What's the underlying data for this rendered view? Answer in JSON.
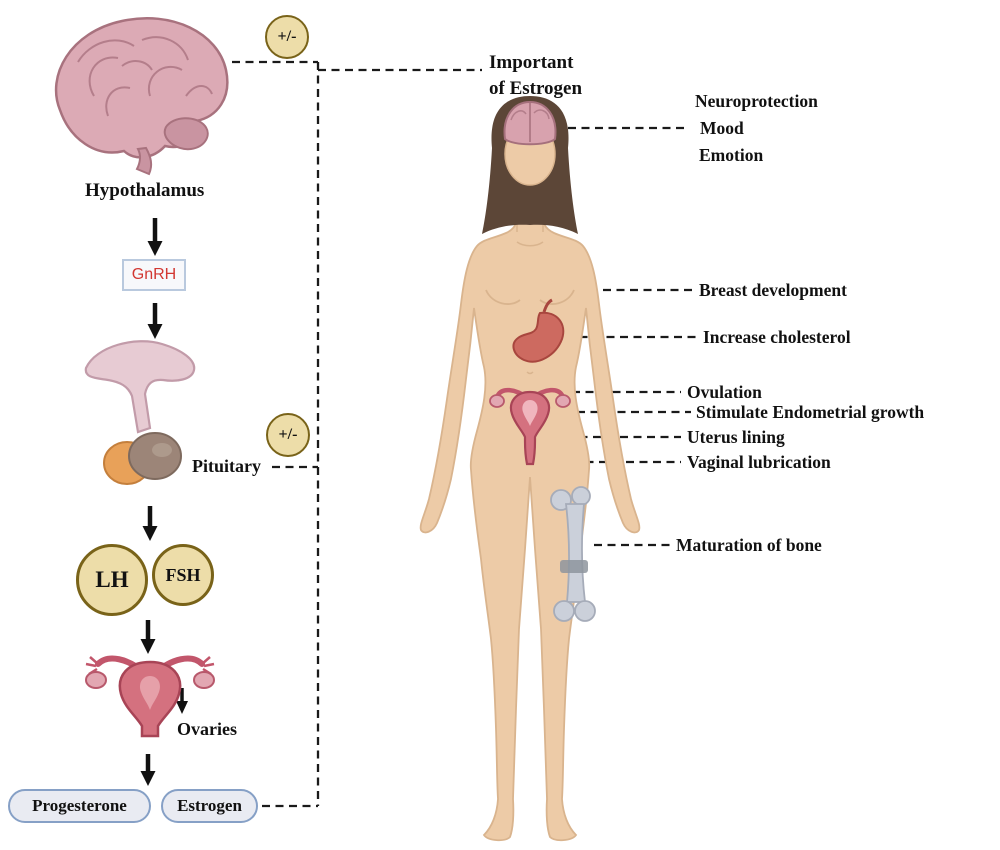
{
  "colors": {
    "background": "#ffffff",
    "text": "#111111",
    "dashed_line": "#1a1a1a",
    "feedback_circle_fill": "#EDDDA9",
    "feedback_circle_border": "#796319",
    "gnrh_text": "#D23732",
    "gnrh_border": "#B9C9DE",
    "hormone_pill_fill": "#E9EBF2",
    "hormone_pill_border": "#86A0C6",
    "skin": "#EDCBA7",
    "hair": "#5C4637",
    "brain_pink": "#DCAAB5",
    "uterus_pink": "#D4717F",
    "stomach_red": "#CD6A60",
    "bone_gray": "#CBD0DA"
  },
  "left_flow": {
    "feedback_top": "+/-",
    "hypothalamus": "Hypothalamus",
    "gnrh": "GnRH",
    "pituitary": "Pituitary",
    "feedback_pituitary": "+/-",
    "lh": "LH",
    "fsh": "FSH",
    "ovaries": "Ovaries",
    "progesterone": "Progesterone",
    "estrogen": "Estrogen"
  },
  "right_panel": {
    "title_line1": "Important",
    "title_line2": "of Estrogen",
    "neuroprotection": "Neuroprotection",
    "mood": "Mood",
    "emotion": "Emotion",
    "breast": "Breast development",
    "cholesterol": "Increase cholesterol",
    "ovulation": "Ovulation",
    "endometrial": "Stimulate Endometrial growth",
    "uterus_lining": "Uterus lining",
    "vaginal": "Vaginal lubrication",
    "bone": "Maturation of bone"
  }
}
